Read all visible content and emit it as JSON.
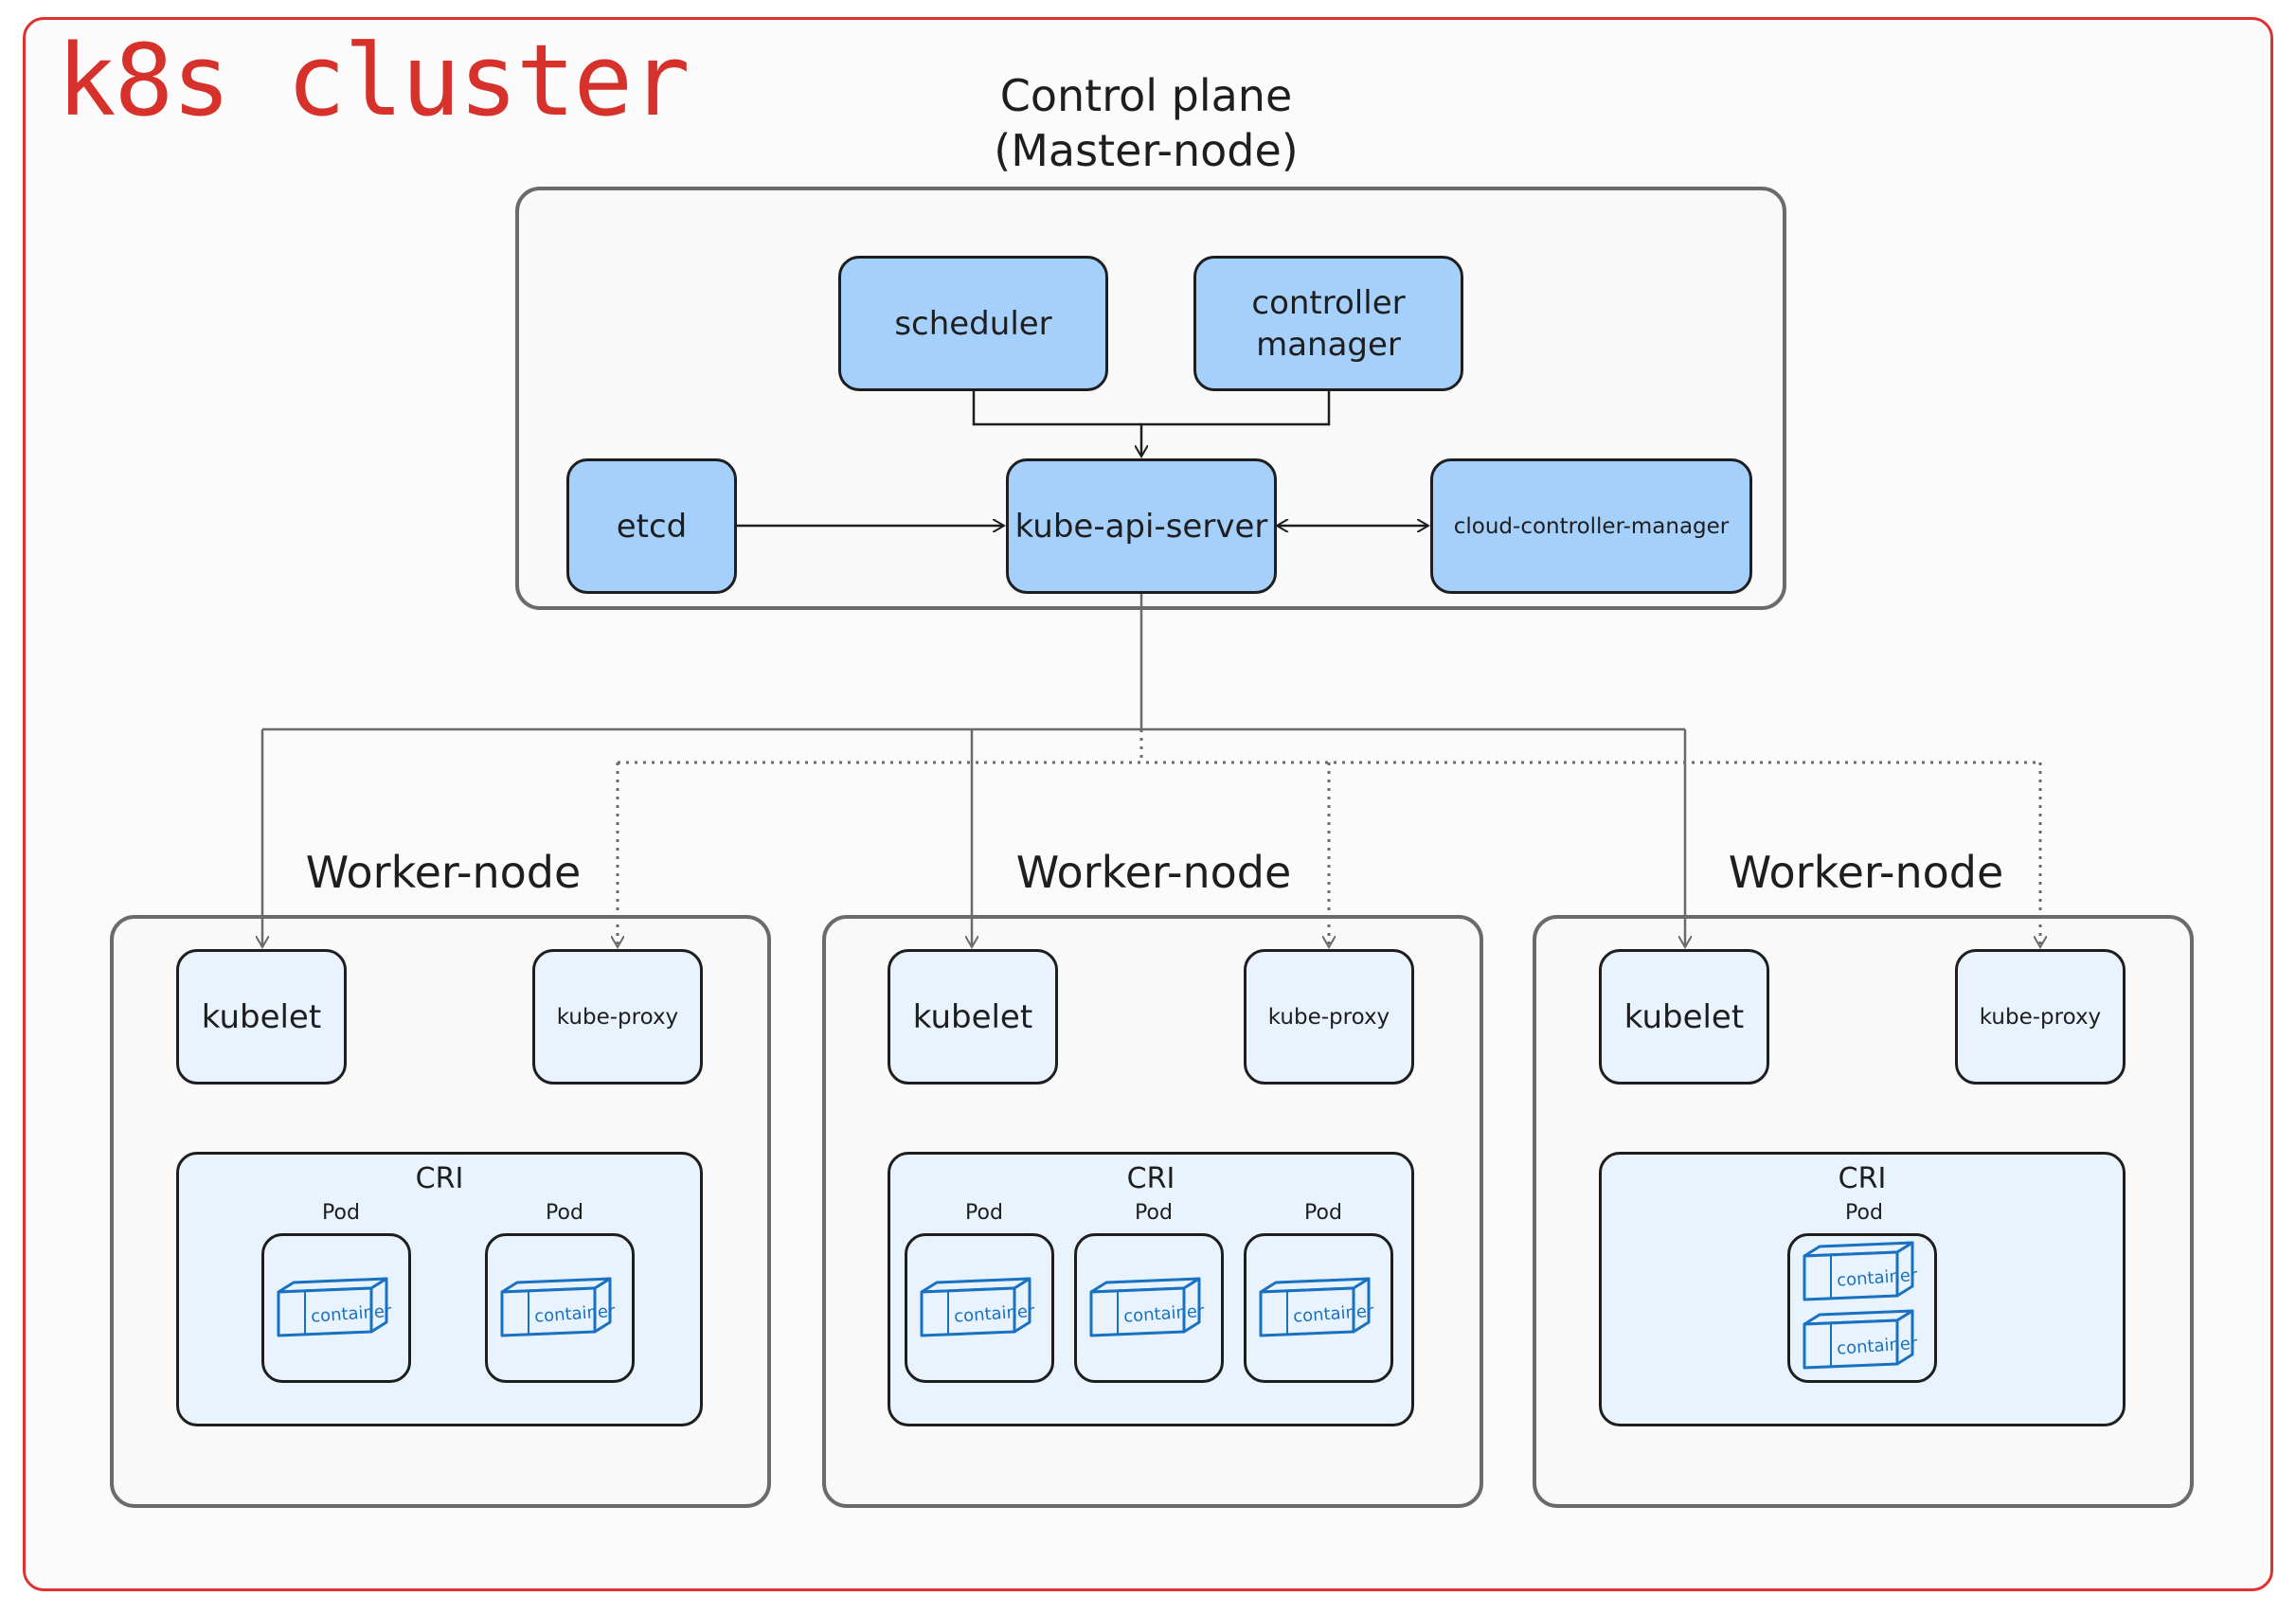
{
  "cluster": {
    "title": "k8s cluster"
  },
  "control_plane": {
    "title_line1": "Control plane",
    "title_line2": "(Master-node)",
    "scheduler": "scheduler",
    "controller_manager_line1": "controller",
    "controller_manager_line2": "manager",
    "etcd": "etcd",
    "api_server": "kube-api-server",
    "cloud_controller_manager": "cloud-controller-manager"
  },
  "worker_nodes": [
    {
      "title": "Worker-node",
      "kubelet": "kubelet",
      "kube_proxy": "kube-proxy",
      "cri": "CRI",
      "pods": [
        {
          "label": "Pod",
          "containers": [
            "container"
          ]
        },
        {
          "label": "Pod",
          "containers": [
            "container"
          ]
        }
      ]
    },
    {
      "title": "Worker-node",
      "kubelet": "kubelet",
      "kube_proxy": "kube-proxy",
      "cri": "CRI",
      "pods": [
        {
          "label": "Pod",
          "containers": [
            "container"
          ]
        },
        {
          "label": "Pod",
          "containers": [
            "container"
          ]
        },
        {
          "label": "Pod",
          "containers": [
            "container"
          ]
        }
      ]
    },
    {
      "title": "Worker-node",
      "kubelet": "kubelet",
      "kube_proxy": "kube-proxy",
      "cri": "CRI",
      "pods": [
        {
          "label": "Pod",
          "containers": [
            "container",
            "container"
          ]
        }
      ]
    }
  ],
  "colors": {
    "cluster_border": "#e03131",
    "component_fill": "#a5d0fb",
    "worker_fill": "#e8f3fd",
    "container_stroke": "#1971c2"
  },
  "icons": {
    "container": "container-box-icon"
  }
}
